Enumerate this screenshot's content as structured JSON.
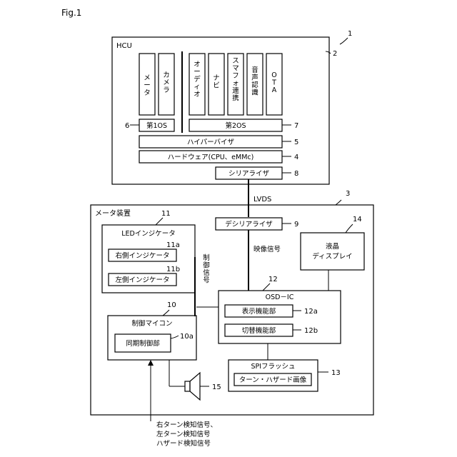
{
  "figure_label": "Fig.1",
  "refs": {
    "system": "1",
    "hcu": "2",
    "meter": "3",
    "hardware": "4",
    "hypervisor": "5",
    "os1": "6",
    "os2": "7",
    "serializer": "8",
    "deserializer": "9",
    "mcu": "10",
    "sync": "10a",
    "led": "11",
    "right_ind": "11a",
    "left_ind": "11b",
    "osd": "12",
    "display_fn": "12a",
    "switch_fn": "12b",
    "spi": "13",
    "lcd": "14",
    "speaker": "15"
  },
  "hcu": {
    "title": "HCU",
    "apps_os1": [
      "メータ",
      "カメラ"
    ],
    "apps_os2": [
      "オーディオ",
      "ナビ",
      "スマフォ連携",
      "音声認識",
      "OTA"
    ],
    "os1": "第1OS",
    "os2": "第2OS",
    "hypervisor": "ハイパーバイザ",
    "hardware": "ハードウェア(CPU、eMMc)",
    "serializer": "シリアライザ"
  },
  "link": "LVDS",
  "meter": {
    "title": "メータ装置",
    "deserializer": "デシリアライザ",
    "led": {
      "title": "LEDインジケータ",
      "right": "右側インジケータ",
      "left": "左側インジケータ"
    },
    "control_signal": "制御信号",
    "video_signal": "映像信号",
    "lcd": [
      "液晶",
      "ディスプレイ"
    ],
    "osd": {
      "title": "OSD－IC",
      "display_fn": "表示機能部",
      "switch_fn": "切替機能部"
    },
    "mcu": {
      "title": "制御マイコン",
      "sync": "同期制御部"
    },
    "spi": {
      "title": "SPIフラッシュ",
      "image": "ターン・ハザード画像"
    }
  },
  "inputs": [
    "右ターン検知信号、",
    "左ターン検知信号",
    "ハザード検知信号"
  ]
}
